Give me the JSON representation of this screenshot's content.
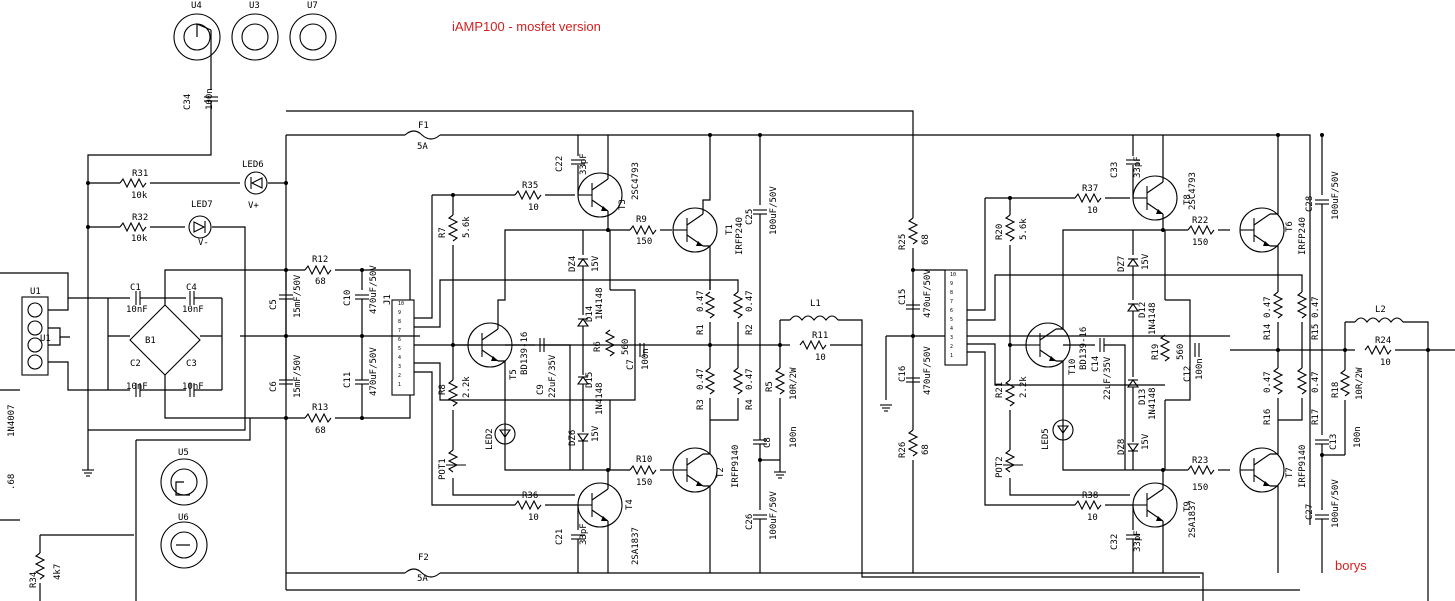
{
  "title": "iAMP100 -  mosfet version",
  "author": "borys",
  "colors": {
    "wire": "#000000",
    "text_accent": "#d42020",
    "background": "#ffffff"
  },
  "labels": {
    "U4": "U4",
    "U3": "U3",
    "U7": "U7",
    "U5": "U5",
    "U6": "U6",
    "U1": "U1",
    "C34": "C34",
    "C34v": "100n",
    "F1": "F1",
    "F1v": "5A",
    "F2": "F2",
    "F2v": "5A",
    "R31": "R31",
    "R31v": "10k",
    "R32": "R32",
    "R32v": "10k",
    "LED6": "LED6",
    "LED6v": "V+",
    "LED7": "LED7",
    "LED7v": "V-",
    "C1": "C1",
    "C1v": "10nF",
    "C2": "C2",
    "C2v": "10nF",
    "C3": "C3",
    "C3v": "10nF",
    "C4": "C4",
    "C4v": "10nF",
    "B1": "B1",
    "C5": "C5",
    "C5v": "15mF/50V",
    "C6": "C6",
    "C6v": "15mF/50V",
    "R12": "R12",
    "R12v": "68",
    "R13": "R13",
    "R13v": "68",
    "C10": "C10",
    "C10v": "470uF/50V",
    "C11": "C11",
    "C11v": "470uF/50V",
    "J1": "J1",
    "R7": "R7",
    "R7v": "5.6k",
    "R35": "R35",
    "R35v": "10",
    "C22": "C22",
    "C22v": "33pF",
    "T3": "T3",
    "T3v": "2SC4793",
    "R9": "R9",
    "R9v": "150",
    "T1": "T1",
    "T1v": "IRFP240",
    "C25": "C25",
    "C25v": "100uF/50V",
    "DZ4": "DZ4",
    "DZ4v": "15V",
    "D14": "D14",
    "D14v": "1N4148",
    "D15": "D15",
    "D15v": "1N4148",
    "R6": "R6",
    "R6v": "560",
    "C7": "C7",
    "C7v": "100n",
    "T5": "T5",
    "T5v": "BD139-16",
    "C9": "C9",
    "C9v": "22uF/35V",
    "R8": "R8",
    "R8v": "2.2k",
    "LED2": "LED2",
    "POT1": "POT1",
    "R1": "R1",
    "R1v": "0.47",
    "R2": "R2",
    "R2v": "0.47",
    "R3": "R3",
    "R3v": "0.47",
    "R4": "R4",
    "R4v": "0.47",
    "L1": "L1",
    "R11": "R11",
    "R11v": "10",
    "R5": "R5",
    "R5v": "10R/2W",
    "C8": "C8",
    "C8v": "100n",
    "DZ6": "DZ6",
    "DZ6v": "15V",
    "R10": "R10",
    "R10v": "150",
    "T2": "T2",
    "T2v": "IRFP9140",
    "R36": "R36",
    "R36v": "10",
    "T4": "T4",
    "T4v": "2SA1837",
    "C21": "C21",
    "C21v": "33pF",
    "C26": "C26",
    "C26v": "100uF/50V",
    "R25": "R25",
    "R25v": "68",
    "R26": "R26",
    "R26v": "68",
    "C15": "C15",
    "C15v": "470uF/50V",
    "C16": "C16",
    "C16v": "470uF/50V",
    "R20": "R20",
    "R20v": "5.6k",
    "R37": "R37",
    "R37v": "10",
    "C33": "C33",
    "C33v": "33pF",
    "T8": "T8",
    "T8v": "2SC4793",
    "R22": "R22",
    "R22v": "150",
    "T6": "T6",
    "T6v": "IRFP240",
    "C28": "C28",
    "C28v": "100uF/50V",
    "DZ7": "DZ7",
    "DZ7v": "15V",
    "D12": "D12",
    "D12v": "1N4148",
    "D13": "D13",
    "D13v": "1N4148",
    "R19": "R19",
    "R19v": "560",
    "C12": "C12",
    "C12v": "100n",
    "T10": "T10",
    "T10v": "BD139-16",
    "C14": "C14",
    "C14v": "22uF/35V",
    "R21": "R21",
    "R21v": "2.2k",
    "LED5": "LED5",
    "POT2": "POT2",
    "R14": "R14",
    "R14v": "0.47",
    "R15": "R15",
    "R15v": "0.47",
    "R16": "R16",
    "R16v": "0.47",
    "R17": "R17",
    "R17v": "0.47",
    "L2": "L2",
    "R24": "R24",
    "R24v": "10",
    "R18": "R18",
    "R18v": "10R/2W",
    "C13": "C13",
    "C13v": "100n",
    "DZ8": "DZ8",
    "DZ8v": "15V",
    "R23": "R23",
    "R23v": "150",
    "T7": "T7",
    "T7v": "IRFP9140",
    "R38": "R38",
    "R38v": "10",
    "T9": "T9",
    "T9v": "2SA1837",
    "C32": "C32",
    "C32v": "33pF",
    "C27": "C27",
    "C27v": "100uF/50V",
    "R34": "R34",
    "R34v": "4k7",
    "N4007": "1N4007",
    "n68": ".68"
  }
}
